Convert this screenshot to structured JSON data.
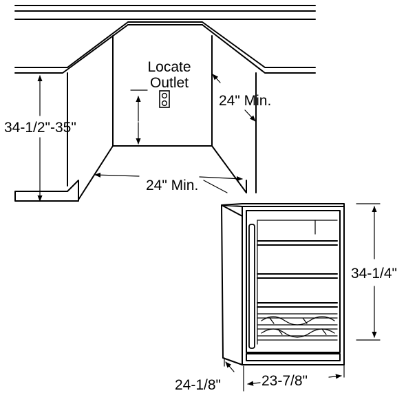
{
  "labels": {
    "locate_line1": "Locate",
    "locate_line2": "Outlet",
    "side_clearance": "24\" Min.",
    "floor_clearance": "24\" Min.",
    "counter_height": "34-1/2\"-35\"",
    "unit_height": "34-1/4\"",
    "unit_depth": "24-1/8\"",
    "unit_width": "23-7/8\""
  },
  "icons": {
    "outlet": "electrical-outlet-icon",
    "arrowhead": "arrowhead-icon"
  },
  "colors": {
    "line": "#000000",
    "background": "#ffffff"
  }
}
